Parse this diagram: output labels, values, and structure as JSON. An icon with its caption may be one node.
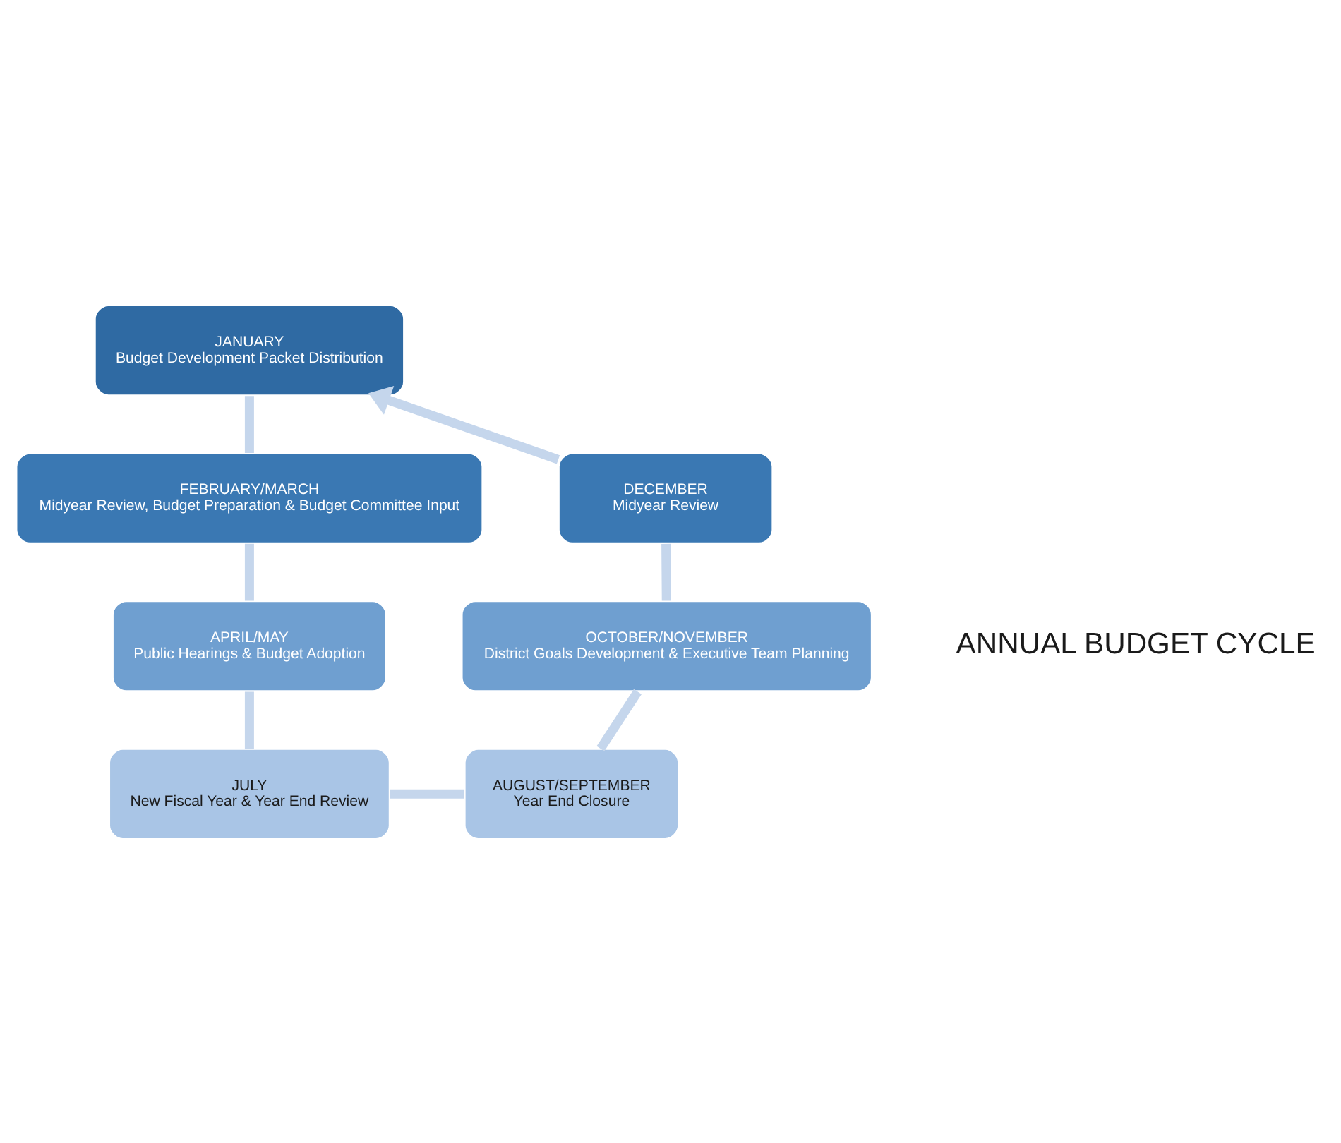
{
  "diagram": {
    "nodes": [
      {
        "text": [
          "JANUARY",
          "Budget Development Packet Distribution"
        ]
      },
      {
        "text": [
          "FEBRUARY/MARCH",
          "Midyear Review, Budget Preparation & Budget Committee Input"
        ]
      },
      {
        "text": [
          "APRIL/MAY",
          "Public Hearings & Budget Adoption"
        ]
      },
      {
        "text": [
          "JULY",
          "New Fiscal Year & Year End Review"
        ]
      },
      {
        "text": [
          "AUGUST/SEPTEMBER",
          "Year End Closure"
        ]
      },
      {
        "text": [
          "OCTOBER/NOVEMBER",
          "District Goals Development & Executive Team Planning"
        ]
      },
      {
        "text": [
          "DECEMBER",
          "Midyear Review"
        ]
      },
      {
        "text": [
          "ANNUAL BUDGET CYCLE"
        ]
      }
    ],
    "edges": [
      {
        "from": 0,
        "to": 1,
        "arrow": "none"
      },
      {
        "from": 1,
        "to": 2,
        "arrow": "none"
      },
      {
        "from": 2,
        "to": 3,
        "arrow": "none"
      },
      {
        "from": 3,
        "to": 4,
        "arrow": "none"
      },
      {
        "from": 4,
        "to": 5,
        "arrow": "none"
      },
      {
        "from": 5,
        "to": 6,
        "arrow": "none"
      },
      {
        "from": 6,
        "to": 0,
        "arrow": "to"
      }
    ]
  }
}
